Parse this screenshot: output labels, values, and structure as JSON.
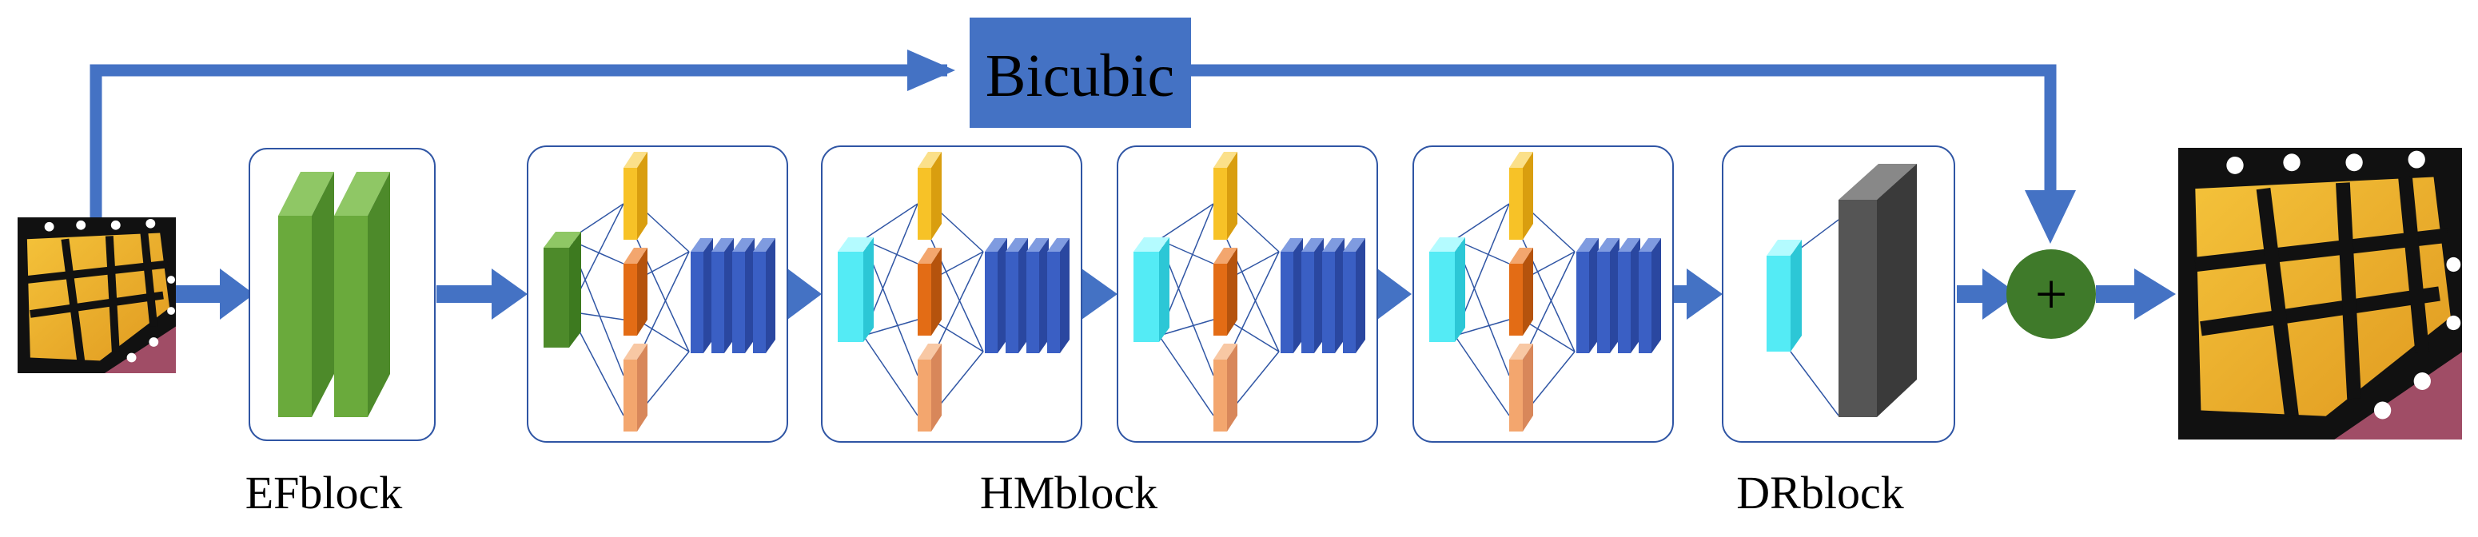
{
  "diagram": {
    "bicubic_label": "Bicubic",
    "sum_symbol": "+",
    "block_labels": {
      "ef": "EFblock",
      "hm": "HMblock",
      "dr": "DRblock"
    },
    "colors": {
      "arrow": "#4472c4",
      "bicubic_fill": "#4472c4",
      "panel_border": "#2f55a4",
      "green_front": "#6aaa3c",
      "green_side": "#4d8a2a",
      "green_top": "#8fc765",
      "yellow": "#f7c227",
      "orange": "#e36c15",
      "salmon": "#f3a66e",
      "cyan": "#54ebf5",
      "blue_conv": "#3a5fc4",
      "dark_gray": "#555555",
      "sum_circle": "#3f7a2a"
    },
    "images": {
      "input": "butterfly-input-image",
      "output": "butterfly-output-image"
    }
  }
}
